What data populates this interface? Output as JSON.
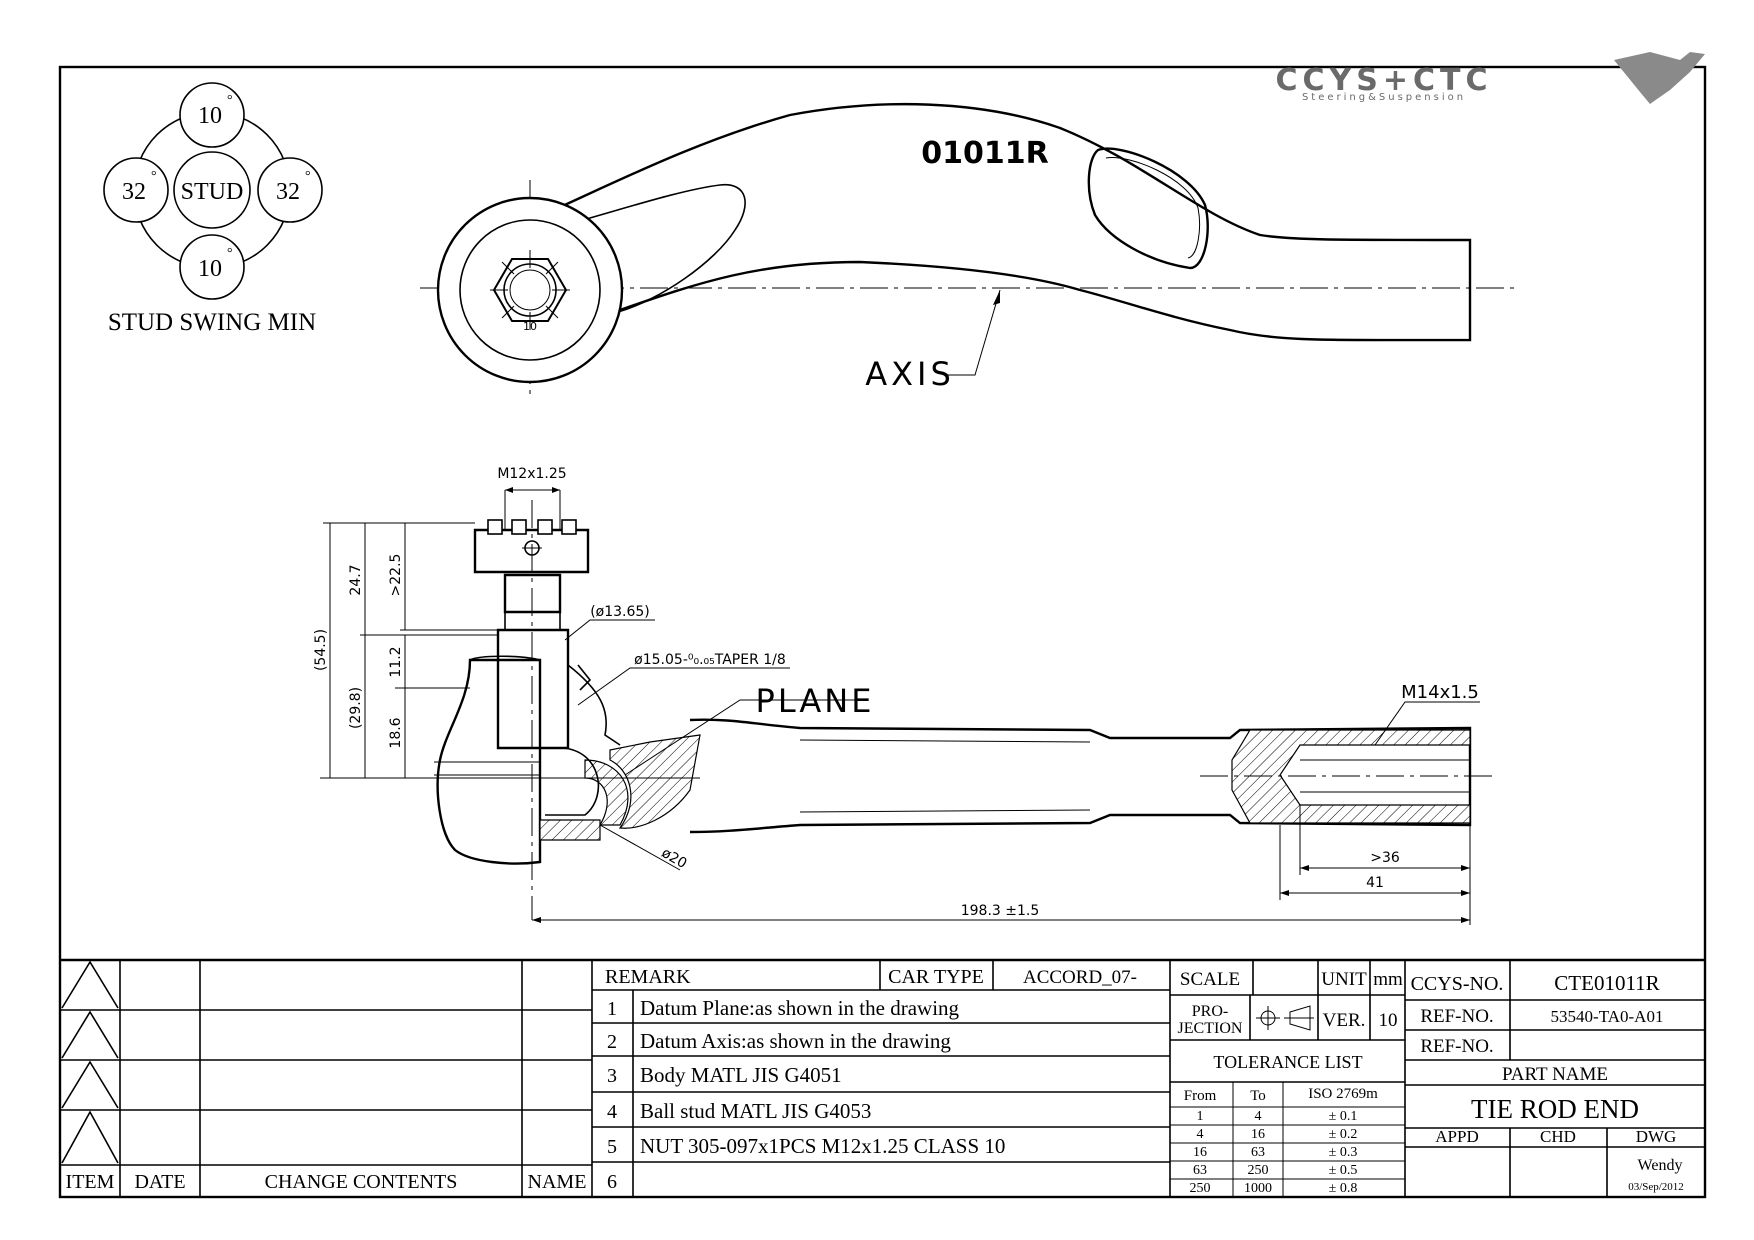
{
  "logo": {
    "text": "CCYS+CTC",
    "tagline": "Steering&Suspension"
  },
  "part_mark": "01011R",
  "labels": {
    "axis": "AXIS",
    "plane": "PLANE",
    "stud_swing_min": "STUD SWING MIN",
    "stud": "STUD",
    "angle_top": "10",
    "angle_bottom": "10",
    "angle_left": "32",
    "angle_right": "32",
    "nut_mark": "10"
  },
  "dimensions": {
    "thread_stud": "M12x1.25",
    "thread_end": "M14x1.5",
    "dim_24_7": "24.7",
    "dim_22_5": ">22.5",
    "dim_54_5": "(54.5)",
    "dim_11_2": "11.2",
    "dim_29_8": "(29.8)",
    "dim_18_6": "18.6",
    "dia_13_65": "(ø13.65)",
    "taper": "ø15.05-⁰₀.₀₅TAPER 1/8",
    "dia_20": "ø20",
    "depth_36": ">36",
    "depth_41": "41",
    "overall": "198.3 ±1.5"
  },
  "revision_table": {
    "headers": {
      "item": "ITEM",
      "date": "DATE",
      "change": "CHANGE CONTENTS",
      "name": "NAME"
    }
  },
  "remarks": {
    "header": "REMARK",
    "car_type_label": "CAR TYPE",
    "car_type_value": "ACCORD_07-",
    "items": [
      {
        "no": "1",
        "text": "Datum Plane:as shown in the drawing"
      },
      {
        "no": "2",
        "text": "Datum Axis:as shown in the drawing"
      },
      {
        "no": "3",
        "text": "Body MATL JIS G4051"
      },
      {
        "no": "4",
        "text": "Ball stud MATL JIS G4053"
      },
      {
        "no": "5",
        "text": "NUT 305-097x1PCS M12x1.25 CLASS 10"
      },
      {
        "no": "6",
        "text": ""
      }
    ]
  },
  "title_block": {
    "scale_label": "SCALE",
    "unit_label": "UNIT",
    "unit_value": "mm",
    "projection_label_1": "PRO-",
    "projection_label_2": "JECTION",
    "ver_label": "VER.",
    "ver_value": "10",
    "tolerance_title": "TOLERANCE LIST",
    "tol_headers": {
      "from": "From",
      "to": "To",
      "std": "ISO 2769m"
    },
    "tolerances": [
      {
        "from": "1",
        "to": "4",
        "tol": "± 0.1"
      },
      {
        "from": "4",
        "to": "16",
        "tol": "± 0.2"
      },
      {
        "from": "16",
        "to": "63",
        "tol": "± 0.3"
      },
      {
        "from": "63",
        "to": "250",
        "tol": "± 0.5"
      },
      {
        "from": "250",
        "to": "1000",
        "tol": "± 0.8"
      }
    ],
    "ccys_no_label": "CCYS-NO.",
    "ccys_no_value": "CTE01011R",
    "ref_no_label": "REF-NO.",
    "ref_no_value": "53540-TA0-A01",
    "ref_no2_label": "REF-NO.",
    "ref_no2_value": "",
    "part_name_label": "PART NAME",
    "part_name_value": "TIE ROD END",
    "appd_label": "APPD",
    "chd_label": "CHD",
    "dwg_label": "DWG",
    "dwg_name": "Wendy",
    "dwg_date": "03/Sep/2012"
  }
}
